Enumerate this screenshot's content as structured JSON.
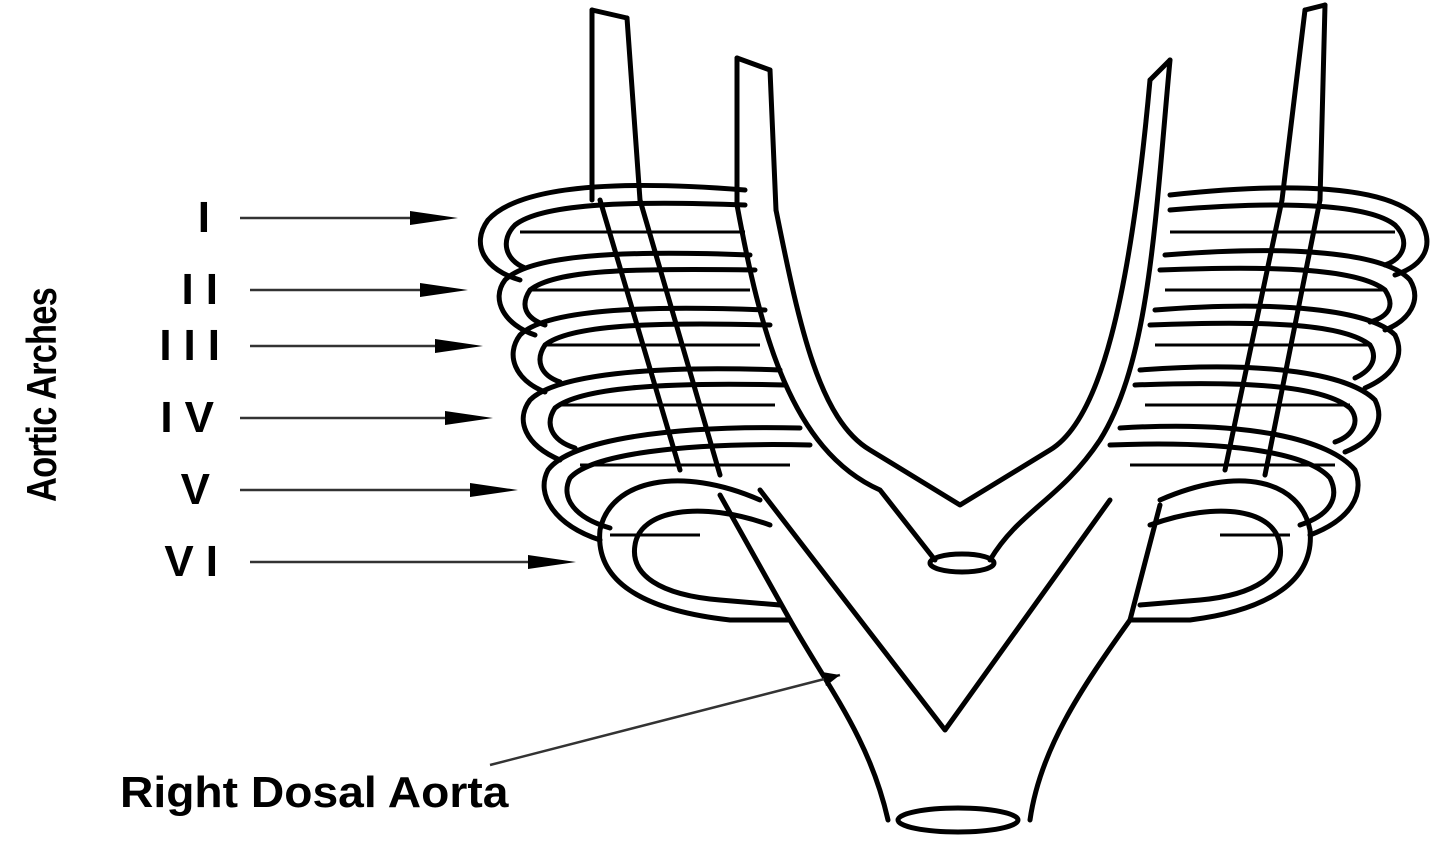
{
  "diagram": {
    "title": "Aortic Arches",
    "arches": [
      {
        "numeral": "I"
      },
      {
        "numeral": "II"
      },
      {
        "numeral": "III"
      },
      {
        "numeral": "IV"
      },
      {
        "numeral": "V"
      },
      {
        "numeral": "VI"
      }
    ],
    "caption": "Right Dosal Aorta",
    "colors": {
      "line": "#000000",
      "background": "#ffffff"
    }
  }
}
